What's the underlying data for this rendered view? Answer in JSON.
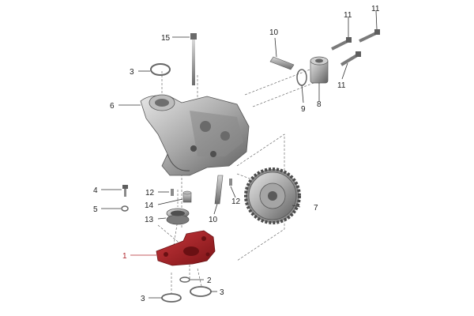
{
  "callouts": {
    "c1": "1",
    "c2": "2",
    "c3a": "3",
    "c3b": "3",
    "c3c": "3",
    "c4": "4",
    "c5": "5",
    "c6": "6",
    "c7": "7",
    "c8": "8",
    "c9": "9",
    "c10a": "10",
    "c10b": "10",
    "c11a": "11",
    "c11b": "11",
    "c11c": "11",
    "c12a": "12",
    "c12b": "12",
    "c13": "13",
    "c14": "14",
    "c15": "15"
  },
  "colors": {
    "highlight_part": "#b3262b",
    "highlight_part_dark": "#7d1417",
    "metal_light": "#d4d4d4",
    "metal_mid": "#9a9a9a",
    "metal_dark": "#5a5a5a",
    "callout_text": "#222222",
    "callout_highlight": "#b0262b"
  }
}
